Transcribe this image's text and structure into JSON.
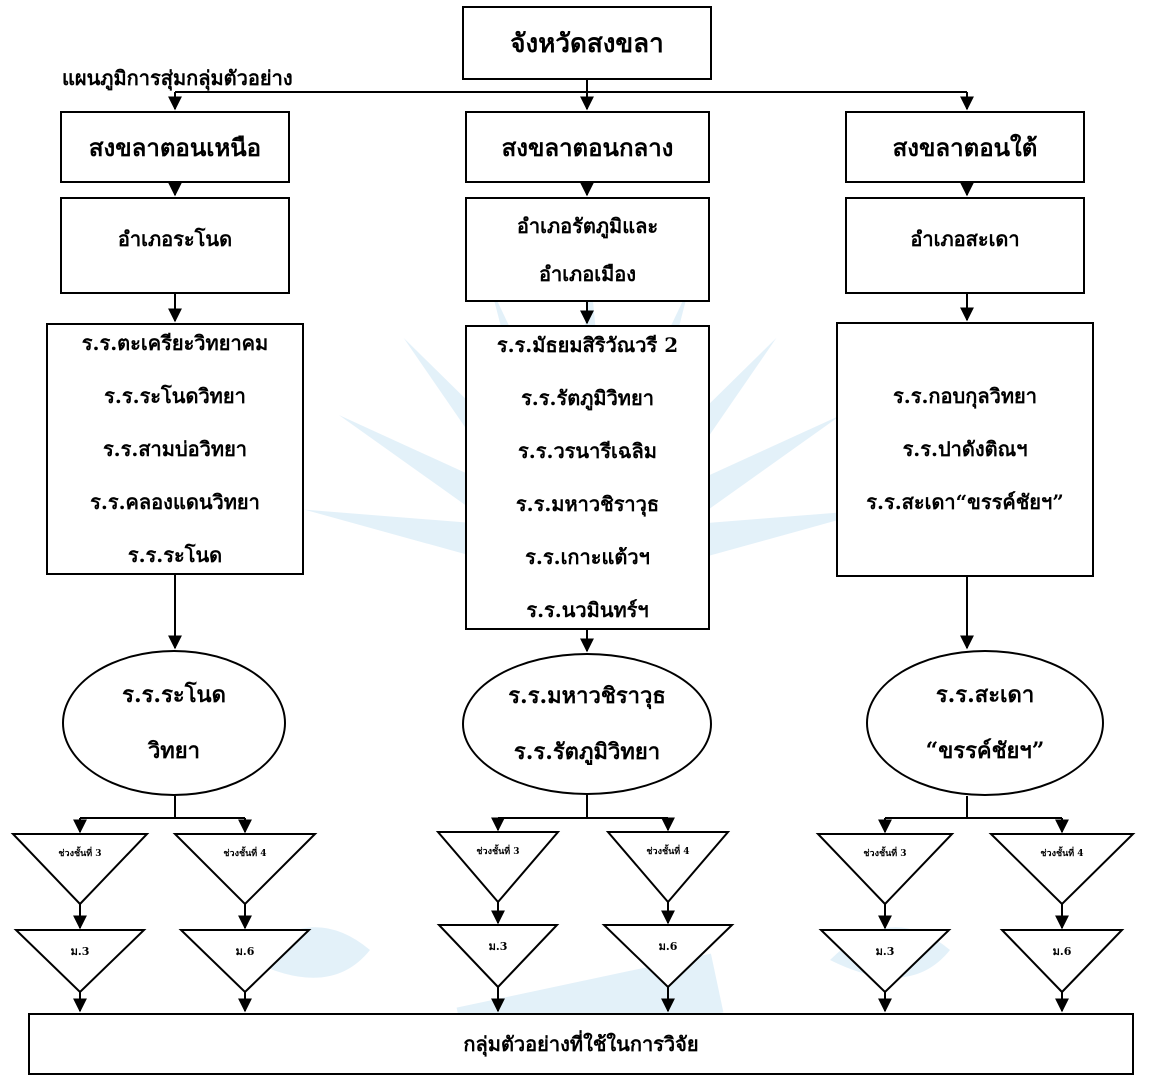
{
  "top": {
    "title": "จังหวัดสงขลา"
  },
  "plan_label": "แผนภูมิการสุ่มกลุ่มตัวอย่าง",
  "regions": [
    {
      "name": "สงขลาตอนเหนือ",
      "district_lines": [
        "อำเภอระโนด"
      ],
      "schools": [
        "ร.ร.ตะเครียะวิทยาคม",
        "ร.ร.ระโนดวิทยา",
        "ร.ร.สามบ่อวิทยา",
        "ร.ร.คลองแดนวิทยา",
        "ร.ร.ระโนด"
      ],
      "sample_lines": [
        "ร.ร.ระโนด",
        "วิทยา"
      ],
      "strata": [
        {
          "label": "ช่วงชั้นที่ 3",
          "grade": "ม.3"
        },
        {
          "label": "ช่วงชั้นที่ 4",
          "grade": "ม.6"
        }
      ]
    },
    {
      "name": "สงขลาตอนกลาง",
      "district_lines": [
        "อำเภอรัตภูมิและ",
        "อำเภอเมือง"
      ],
      "schools": [
        "ร.ร.มัธยมสิริวัณวรี 2",
        "ร.ร.รัตภูมิวิทยา",
        "ร.ร.วรนารีเฉลิม",
        "ร.ร.มหาวชิราวุธ",
        "ร.ร.เกาะแต้วฯ",
        "ร.ร.นวมินทร์ฯ"
      ],
      "sample_lines": [
        "ร.ร.มหาวชิราวุธ",
        "ร.ร.รัตภูมิวิทยา"
      ],
      "strata": [
        {
          "label": "ช่วงชั้นที่ 3",
          "grade": "ม.3"
        },
        {
          "label": "ช่วงชั้นที่ 4",
          "grade": "ม.6"
        }
      ]
    },
    {
      "name": "สงขลาตอนใต้",
      "district_lines": [
        "อำเภอสะเดา"
      ],
      "schools": [
        "ร.ร.กอบกุลวิทยา",
        "ร.ร.ปาดังติณฯ",
        "ร.ร.สะเดา“ขรรค์ชัยฯ”"
      ],
      "sample_lines": [
        "ร.ร.สะเดา",
        "“ขรรค์ชัยฯ”"
      ],
      "strata": [
        {
          "label": "ช่วงชั้นที่ 3",
          "grade": "ม.3"
        },
        {
          "label": "ช่วงชั้นที่ 4",
          "grade": "ม.6"
        }
      ]
    }
  ],
  "bottom": {
    "label": "กลุ่มตัวอย่างที่ใช้ในการวิจัย"
  },
  "colors": {
    "line": "#000000",
    "watermark": "#4fa3d9"
  }
}
